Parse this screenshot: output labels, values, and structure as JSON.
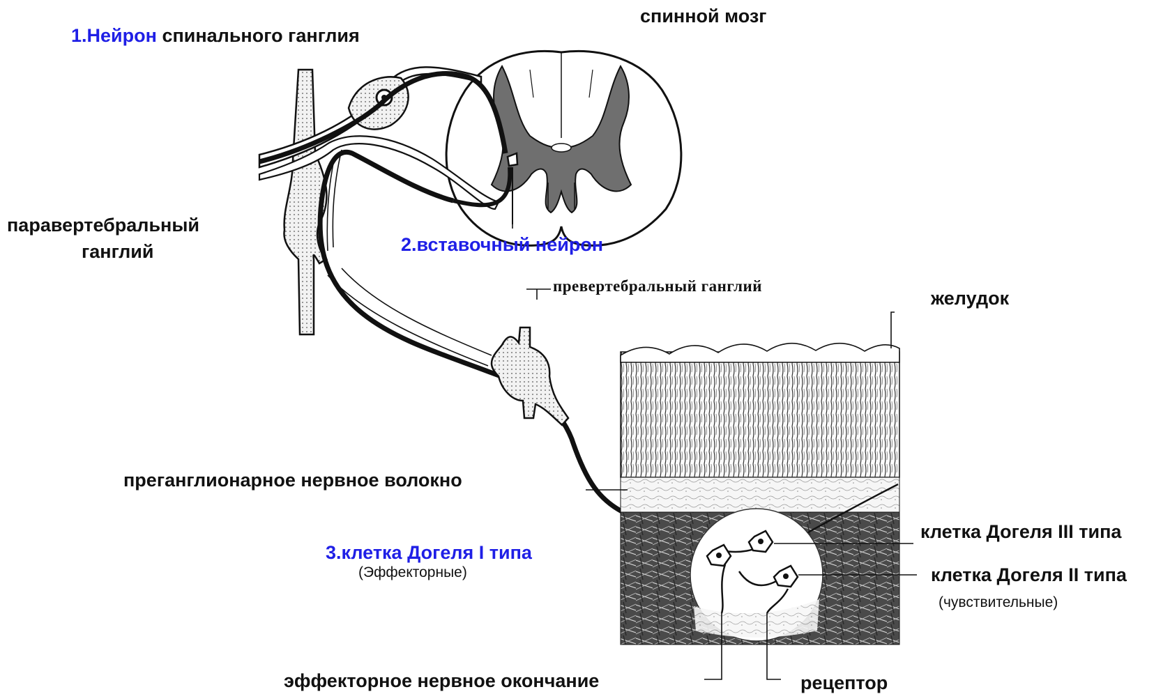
{
  "labels": {
    "spinal_cord": "спинной мозг",
    "neuron1_num": "1.Нейрон",
    "neuron1_rest": " спинального ганглия",
    "paravertebral_line1": "паравертебральный",
    "paravertebral_line2": "ганглий",
    "interneuron": "2.вставочный нейрон",
    "prevertebral": "превертебральный ганглий",
    "stomach": "желудок",
    "preganglionic": "преганглионарное нервное волокно",
    "dogiel1": "3.клетка Догеля I типа",
    "dogiel1_note": "(Эффекторные)",
    "dogiel3": "клетка Догеля III типа",
    "dogiel2": "клетка Догеля II типа",
    "dogiel2_note": "(чувствительные)",
    "effector_ending": "эффекторное нервное окончание",
    "receptor": "рецептор"
  },
  "colors": {
    "text": "#111111",
    "accent": "#1f1fe6",
    "gray_matter": "#6f6f6f",
    "ganglion_fill": "#e9e9e9"
  }
}
